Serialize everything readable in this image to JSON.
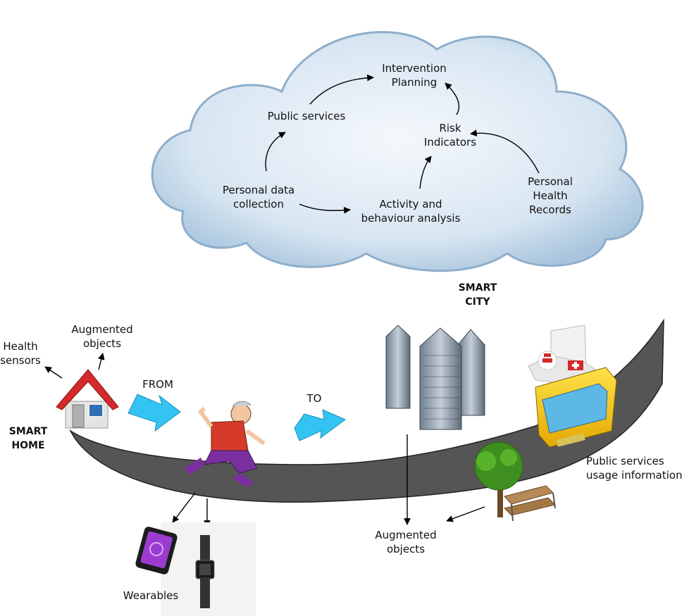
{
  "cloud": {
    "intervention_line1": "Intervention",
    "intervention_line2": "Planning",
    "public_services": "Public services",
    "risk_line1": "Risk",
    "risk_line2": "Indicators",
    "personal_data_line1": "Personal data",
    "personal_data_line2": "collection",
    "activity_line1": "Activity and",
    "activity_line2": "behaviour analysis",
    "phr_line1": "Personal",
    "phr_line2": "Health",
    "phr_line3": "Records"
  },
  "ground": {
    "smart_home_line1": "SMART",
    "smart_home_line2": "HOME",
    "smart_city_line1": "SMART",
    "smart_city_line2": "CITY",
    "from_label": "FROM",
    "to_label": "TO",
    "health_line1": "Health",
    "health_line2": "sensors",
    "aug_home_line1": "Augmented",
    "aug_home_line2": "objects",
    "aug_city_line1": "Augmented",
    "aug_city_line2": "objects",
    "wearables": "Wearables",
    "public_usage_line1": "Public services",
    "public_usage_line2": "usage information"
  },
  "icons": [
    "cloud-icon",
    "house-icon",
    "runner-icon",
    "buildings-icon",
    "hospital-icon",
    "bus-icon",
    "tree-icon",
    "bench-icon",
    "smartphone-icon",
    "smartwatch-icon",
    "flow-arrow-icon"
  ],
  "colors": {
    "cloud_fill": "#c9dced",
    "cloud_edge": "#8eaecb",
    "road": "#555555",
    "flow_arrow": "#33c4f3",
    "roof": "#d42a2a"
  }
}
